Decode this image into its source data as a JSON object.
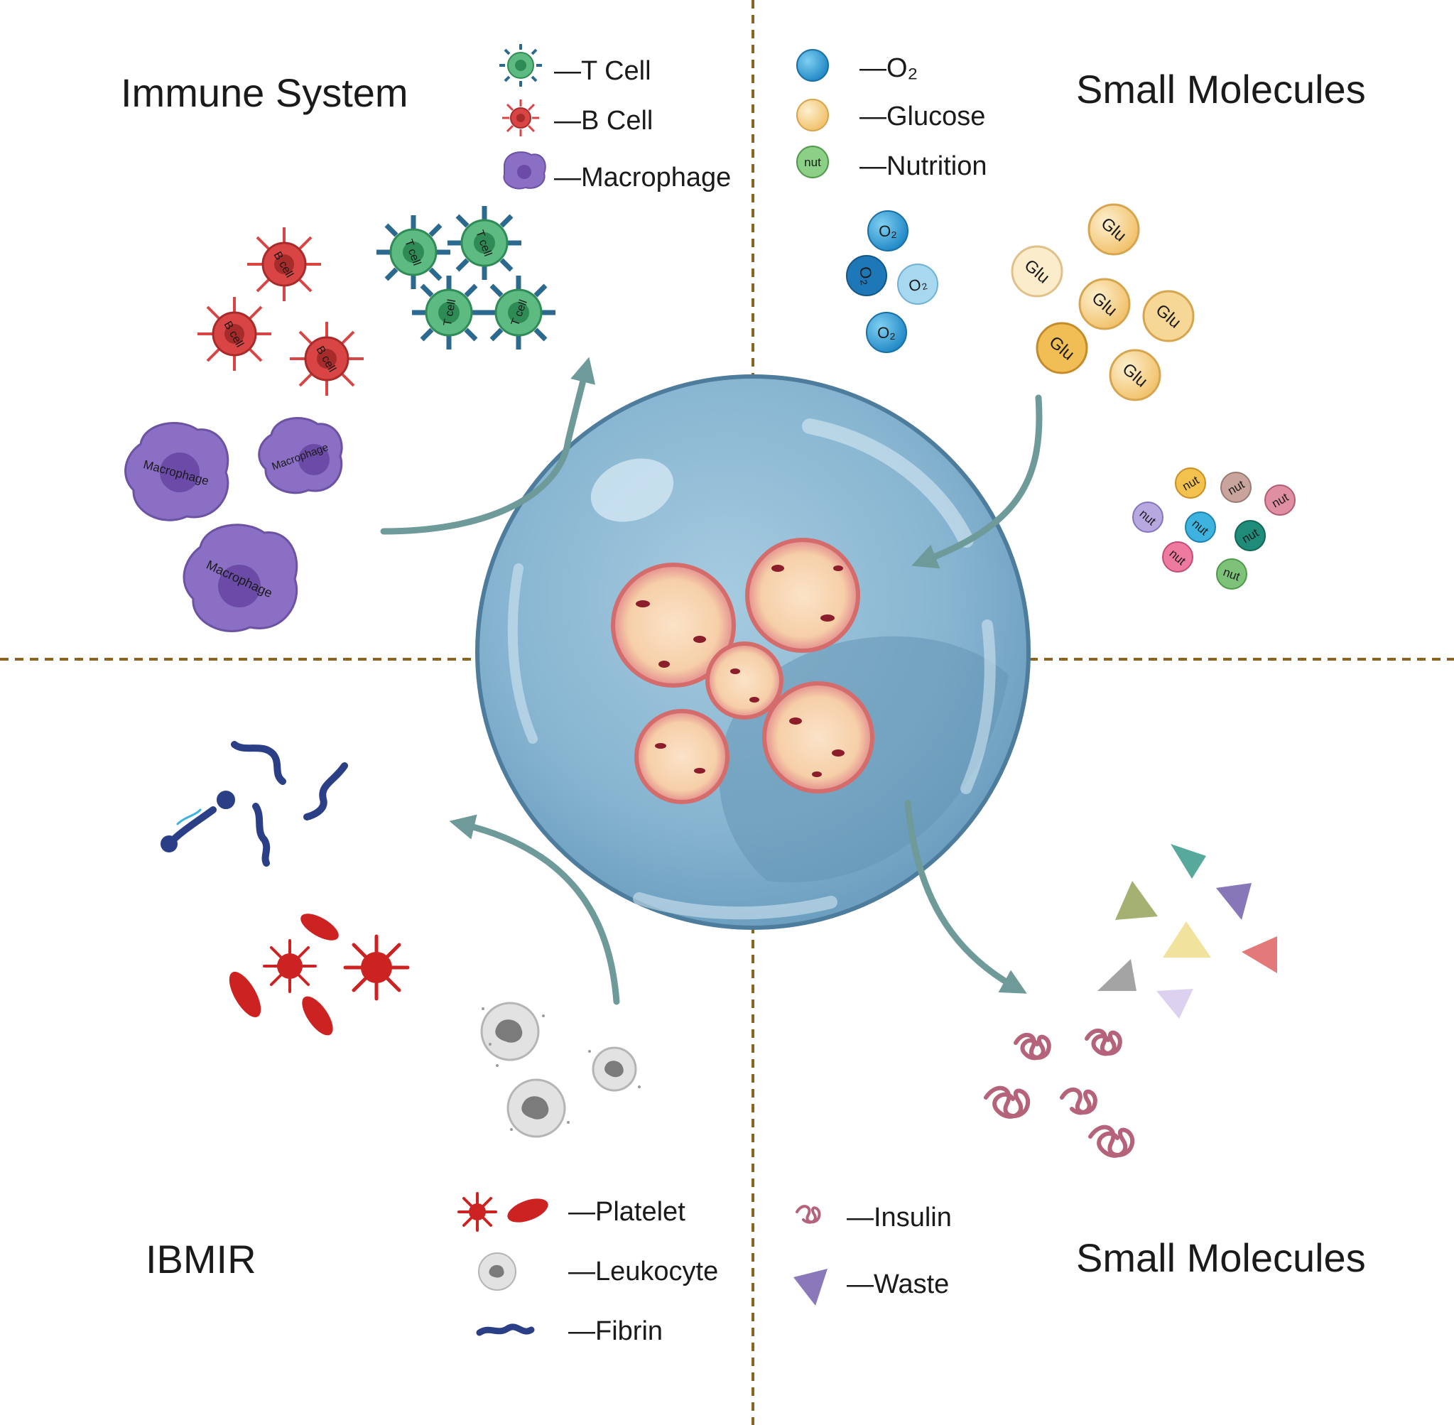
{
  "quadrants": {
    "top_left": {
      "title": "Immune System",
      "legend": [
        {
          "icon": "t-cell-icon",
          "label": "—T Cell"
        },
        {
          "icon": "b-cell-icon",
          "label": "—B Cell"
        },
        {
          "icon": "macrophage-icon",
          "label": "—Macrophage"
        }
      ],
      "cell_labels": {
        "b_cell": "B cell",
        "t_cell": "T cell",
        "macrophage": "Macrophage"
      }
    },
    "top_right": {
      "title": "Small Molecules",
      "legend": [
        {
          "icon": "oxygen-icon",
          "label": "—O₂"
        },
        {
          "icon": "glucose-icon",
          "label": "—Glucose"
        },
        {
          "icon": "nutrition-icon",
          "label": "—Nutrition",
          "icon_text": "nut"
        }
      ],
      "molecule_labels": {
        "oxygen": "O₂",
        "glucose": "Glu",
        "nutrition": "nut"
      }
    },
    "bottom_left": {
      "title": "IBMIR",
      "legend": [
        {
          "icon": "platelet-icon",
          "label": "—Platelet"
        },
        {
          "icon": "leukocyte-icon",
          "label": "—Leukocyte"
        },
        {
          "icon": "fibrin-icon",
          "label": "—Fibrin"
        }
      ]
    },
    "bottom_right": {
      "title": "Small Molecules",
      "legend": [
        {
          "icon": "insulin-icon",
          "label": "—Insulin"
        },
        {
          "icon": "waste-icon",
          "label": "—Waste"
        }
      ]
    }
  },
  "colors": {
    "divider": "#8a6420",
    "capsule": "#8db8d4",
    "arrow": "#6f9a9a",
    "t_cell": "#5dbb82",
    "b_cell": "#d94545",
    "macrophage": "#8b6fc4",
    "oxygen": "#2f97d1",
    "glucose": "#f4cf7d",
    "nutrition": "#7ec27a",
    "platelet": "#cc2222",
    "leukocyte": "#b5b5b5",
    "fibrin": "#2b3f86",
    "insulin": "#b5637a",
    "waste": "#8b78bb"
  }
}
